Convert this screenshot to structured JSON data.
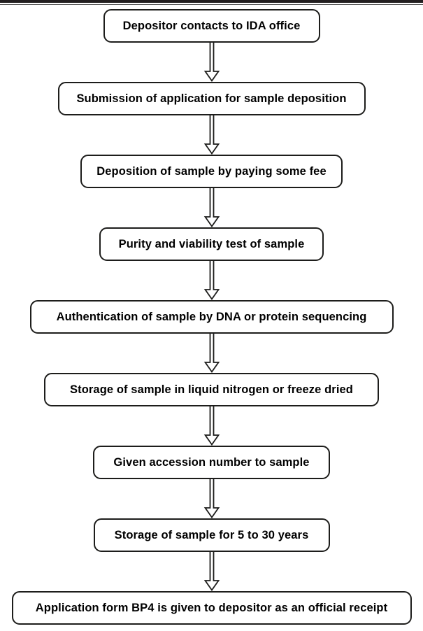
{
  "flowchart": {
    "colors": {
      "line": "#1d1d1b",
      "text": "#000000",
      "background": "#ffffff",
      "top_rule": "#231f20"
    },
    "steps": [
      {
        "label": "Depositor contacts to IDA office"
      },
      {
        "label": "Submission of application for sample deposition"
      },
      {
        "label": "Deposition of sample by paying some fee"
      },
      {
        "label": "Purity and viability test of sample"
      },
      {
        "label": "Authentication of sample by DNA or protein sequencing"
      },
      {
        "label": "Storage of sample in liquid nitrogen or freeze dried"
      },
      {
        "label": "Given accession number to sample"
      },
      {
        "label": "Storage of sample for 5 to 30 years"
      },
      {
        "label": "Application form BP4 is given to depositor as an official receipt"
      }
    ]
  }
}
